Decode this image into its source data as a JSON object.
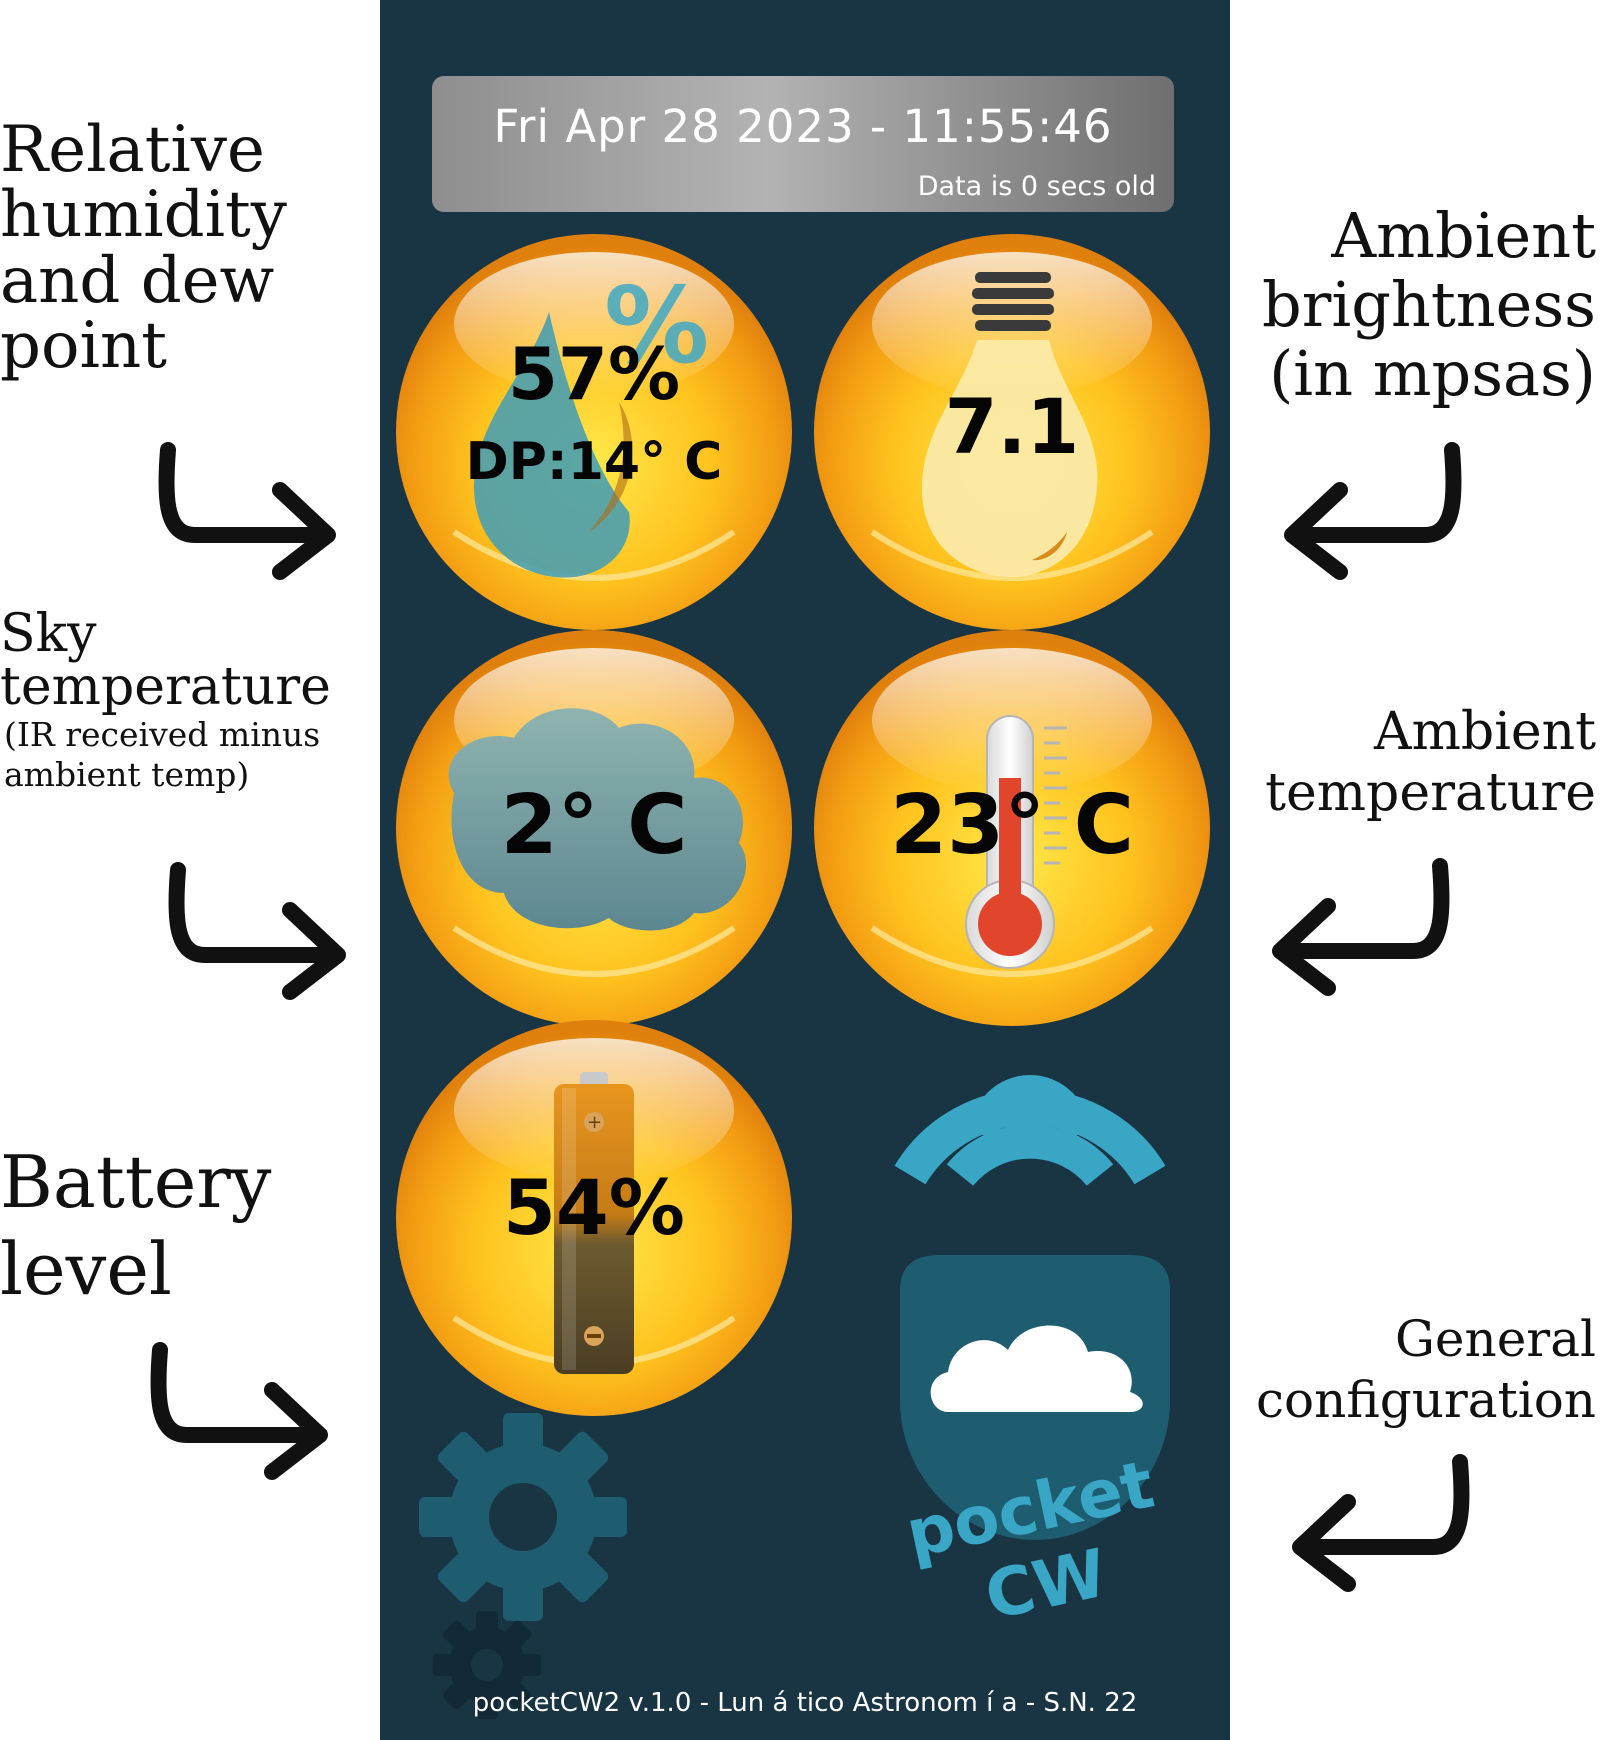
{
  "annotations": {
    "humidity": [
      "Relative",
      "humidity",
      "and dew",
      "point"
    ],
    "brightness": [
      "Ambient",
      "brightness",
      "(in mpsas)"
    ],
    "sky_title": [
      "Sky",
      "temperature"
    ],
    "sky_sub": [
      "(IR received minus",
      "ambient temp)"
    ],
    "ambient_temp": [
      "Ambient",
      "temperature"
    ],
    "battery": [
      "Battery",
      "level"
    ],
    "config": [
      "General",
      "configuration"
    ]
  },
  "header": {
    "datetime": "Fri Apr 28 2023 - 11:55:46",
    "data_age": "Data is 0 secs old"
  },
  "tiles": {
    "humidity": {
      "value": "57%",
      "dew_point": "DP:14° C"
    },
    "brightness": {
      "value": "7.1"
    },
    "sky_temp": {
      "value": "2° C"
    },
    "ambient_temp": {
      "value": "23° C"
    },
    "battery": {
      "value": "54%"
    }
  },
  "logo": {
    "text": "pocket CW"
  },
  "footer": {
    "text": "pocketCW2 v.1.0 - Lun á tico Astronom í a - S.N. 22"
  },
  "icons": [
    "droplet-icon",
    "percent-icon",
    "lightbulb-icon",
    "cloud-icon",
    "thermometer-icon",
    "battery-icon",
    "gear-icon",
    "small-gear-icon",
    "pocketcw-logo"
  ],
  "colors": {
    "background": "#193544",
    "orb": "#f7a51b",
    "accent": "#3aa6c6"
  }
}
